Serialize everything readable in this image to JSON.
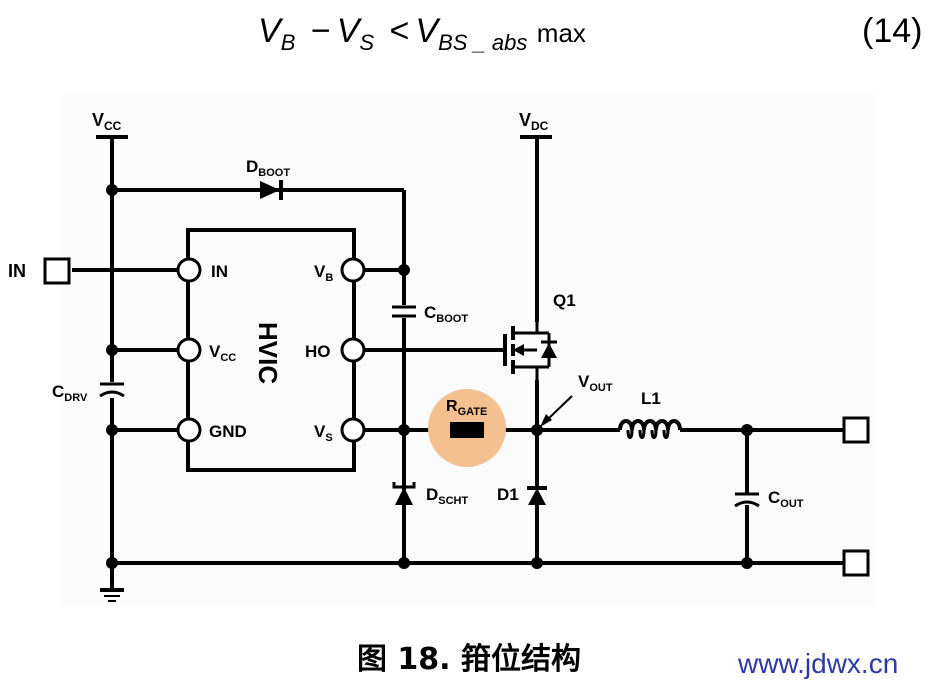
{
  "equation": {
    "lhs_v1": "V",
    "lhs_s1": "B",
    "minus": "−",
    "lhs_v2": "V",
    "lhs_s2": "S",
    "lt": "<",
    "rhs_v": "V",
    "rhs_s": "BS _ abs",
    "rhs_tail": "max",
    "number": "(14)"
  },
  "labels": {
    "vcc_main": {
      "base": "V",
      "sub": "CC"
    },
    "vdc": {
      "base": "V",
      "sub": "DC"
    },
    "dboot": {
      "base": "D",
      "sub": "BOOT"
    },
    "in_terminal": "IN",
    "hvic_title": "HVIC",
    "pin_in": "IN",
    "pin_vcc": {
      "base": "V",
      "sub": "CC"
    },
    "pin_gnd": "GND",
    "pin_vb": {
      "base": "V",
      "sub": "B"
    },
    "pin_ho": "HO",
    "pin_vs": {
      "base": "V",
      "sub": "S"
    },
    "cboot": {
      "base": "C",
      "sub": "BOOT"
    },
    "q1": "Q1",
    "cdrv": {
      "base": "C",
      "sub": "DRV"
    },
    "rgate": {
      "base": "R",
      "sub": "GATE"
    },
    "vout": {
      "base": "V",
      "sub": "OUT"
    },
    "l1": "L1",
    "dscht": {
      "base": "D",
      "sub": "SCHT"
    },
    "d1": "D1",
    "cout": {
      "base": "C",
      "sub": "OUT"
    }
  },
  "colors": {
    "wire": "#000000",
    "highlight": "#f5c08f",
    "watermark": "#2d3aa3"
  },
  "caption": "图 18. 箝位结构",
  "watermark": "www.jdwx.cn"
}
